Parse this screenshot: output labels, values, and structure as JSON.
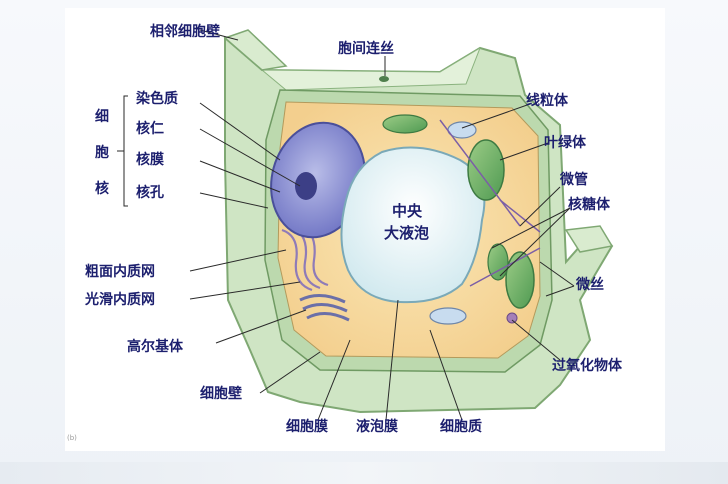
{
  "labels": {
    "adjacent_wall": "相邻细胞壁",
    "plasmodesmata": "胞间连丝",
    "mitochondria": "线粒体",
    "chloroplast": "叶绿体",
    "microtubule": "微管",
    "ribosome": "核糖体",
    "microfilament": "微丝",
    "peroxisome": "过氧化物体",
    "vacuole_line1": "中央",
    "vacuole_line2": "大液泡",
    "chromatin": "染色质",
    "nucleolus": "核仁",
    "nuclear_envelope": "核膜",
    "nuclear_pore": "核孔",
    "nucleus_1": "细",
    "nucleus_2": "胞",
    "nucleus_3": "核",
    "rough_er": "粗面内质网",
    "smooth_er": "光滑内质网",
    "golgi": "高尔基体",
    "cell_wall": "细胞壁",
    "cell_membrane": "细胞膜",
    "tonoplast": "液泡膜",
    "cytoplasm": "细胞质",
    "figure_tag": "(b)"
  }
}
